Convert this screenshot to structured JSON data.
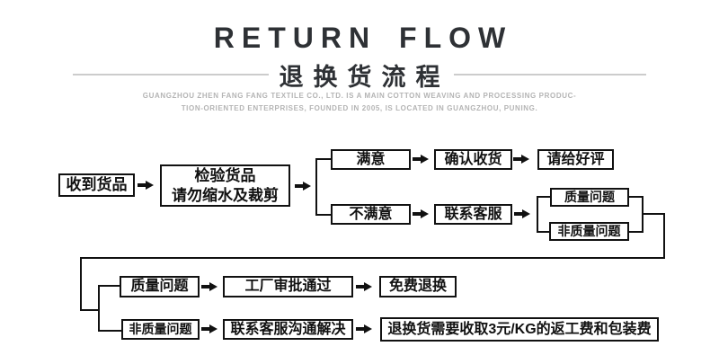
{
  "header": {
    "title": "RETURN FLOW",
    "subtitle": "退换货流程",
    "description_line1": "GUANGZHOU ZHEN FANG FANG TEXTILE CO., LTD. IS A MAIN COTTON WEAVING AND PROCESSING PRODUC-",
    "description_line2": "TION-ORIENTED ENTERPRISES, FOUNDED IN 2005, IS LOCATED IN GUANGZHOU, PUNING."
  },
  "flow": {
    "nodes": {
      "receive": "收到货品",
      "inspect_line1": "检验货品",
      "inspect_line2": "请勿缩水及裁剪",
      "satisfied": "满意",
      "confirm_receipt": "确认收货",
      "good_review": "请给好评",
      "unsatisfied": "不满意",
      "contact_service": "联系客服",
      "quality_issue": "质量问题",
      "non_quality_issue": "非质量问题",
      "quality_issue_2": "质量问题",
      "factory_approval": "工厂审批通过",
      "free_exchange": "免费退换",
      "non_quality_issue_2": "非质量问题",
      "contact_resolve": "联系客服沟通解决",
      "fee_notice": "退换货需要收取3元/KG的返工费和包装费"
    },
    "edges": [
      "收到货品 → 检验货品",
      "检验货品 → 满意",
      "检验货品 → 不满意",
      "满意 → 确认收货",
      "确认收货 → 请给好评",
      "不满意 → 联系客服",
      "联系客服 → 质量问题",
      "联系客服 → 非质量问题",
      "质量问题/非质量问题 → (下方分支)",
      "质量问题 → 工厂审批通过",
      "工厂审批通过 → 免费退换",
      "非质量问题 → 联系客服沟通解决",
      "联系客服沟通解决 → 退换货需要收取3元/KG的返工费和包装费"
    ]
  },
  "colors": {
    "title_text": "#2e3135",
    "box_border": "#111111",
    "box_text": "#111111",
    "divider_line": "#cccccc",
    "description_text": "#b4b4b4",
    "background": "#ffffff"
  }
}
